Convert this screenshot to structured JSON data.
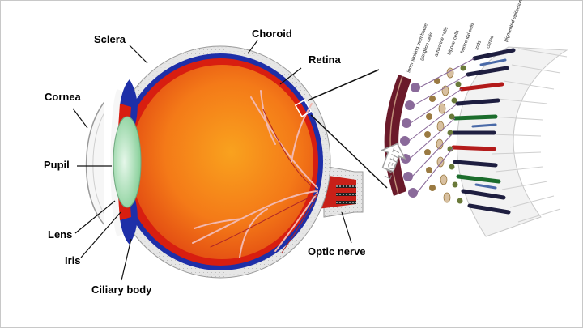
{
  "labels": {
    "sclera": "Sclera",
    "choroid": "Choroid",
    "retina": "Retina",
    "cornea": "Cornea",
    "pupil": "Pupil",
    "lens": "Lens",
    "iris": "Iris",
    "ciliary_body": "Ciliary body",
    "optic_nerve": "Optic nerve",
    "light": "LIGHT"
  },
  "retina_layers": [
    "inner limiting membrane",
    "ganglion cells",
    "amacrine cells",
    "bipolar cells",
    "horizontal cells",
    "rods",
    "cones",
    "pigmented epithelium"
  ],
  "colors": {
    "sclera": "#dcdcdc",
    "choroid": "#1e2fa8",
    "retina_red": "#d81e10",
    "vitreous_orange": "#f4841c",
    "lens": "#a8e0b4",
    "vessels": "#f2b8b0"
  }
}
